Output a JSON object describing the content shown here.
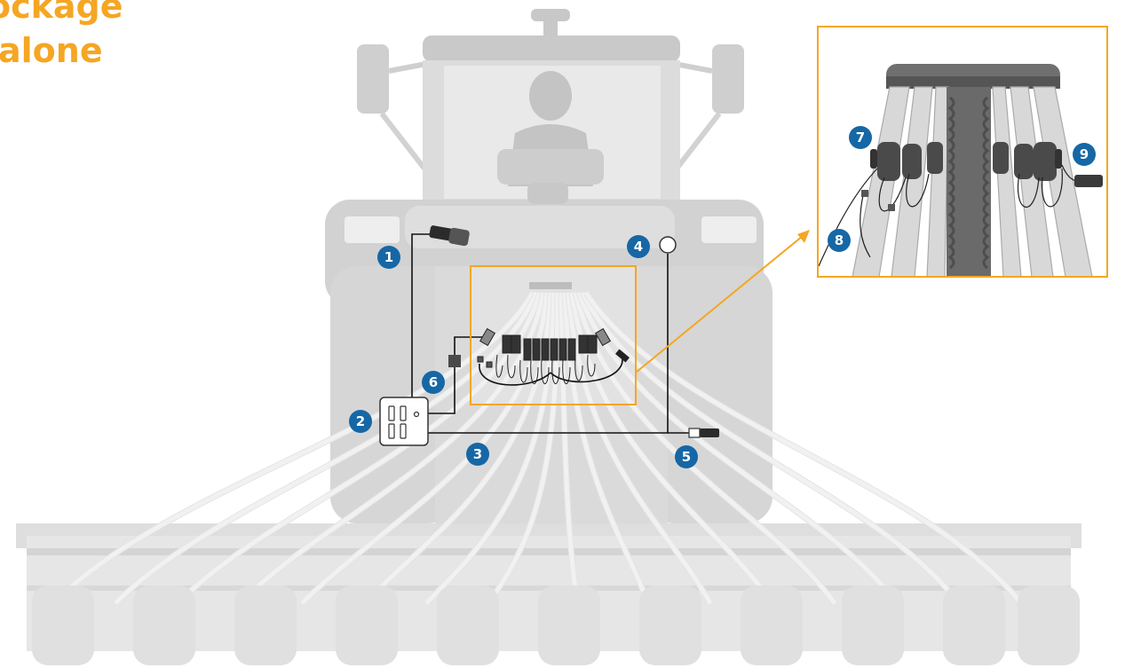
{
  "title": {
    "line1": "ockage",
    "line2": "alone"
  },
  "colors": {
    "accent": "#f5a623",
    "badge": "#1667a5",
    "machine": "#d4d4d4",
    "machine_dark": "#bdbdbd",
    "hose": "#ececec"
  },
  "callouts": [
    {
      "id": "1",
      "label": "1"
    },
    {
      "id": "2",
      "label": "2"
    },
    {
      "id": "3",
      "label": "3"
    },
    {
      "id": "4",
      "label": "4"
    },
    {
      "id": "5",
      "label": "5"
    },
    {
      "id": "6",
      "label": "6"
    },
    {
      "id": "7",
      "label": "7"
    },
    {
      "id": "8",
      "label": "8"
    },
    {
      "id": "9",
      "label": "9"
    }
  ]
}
